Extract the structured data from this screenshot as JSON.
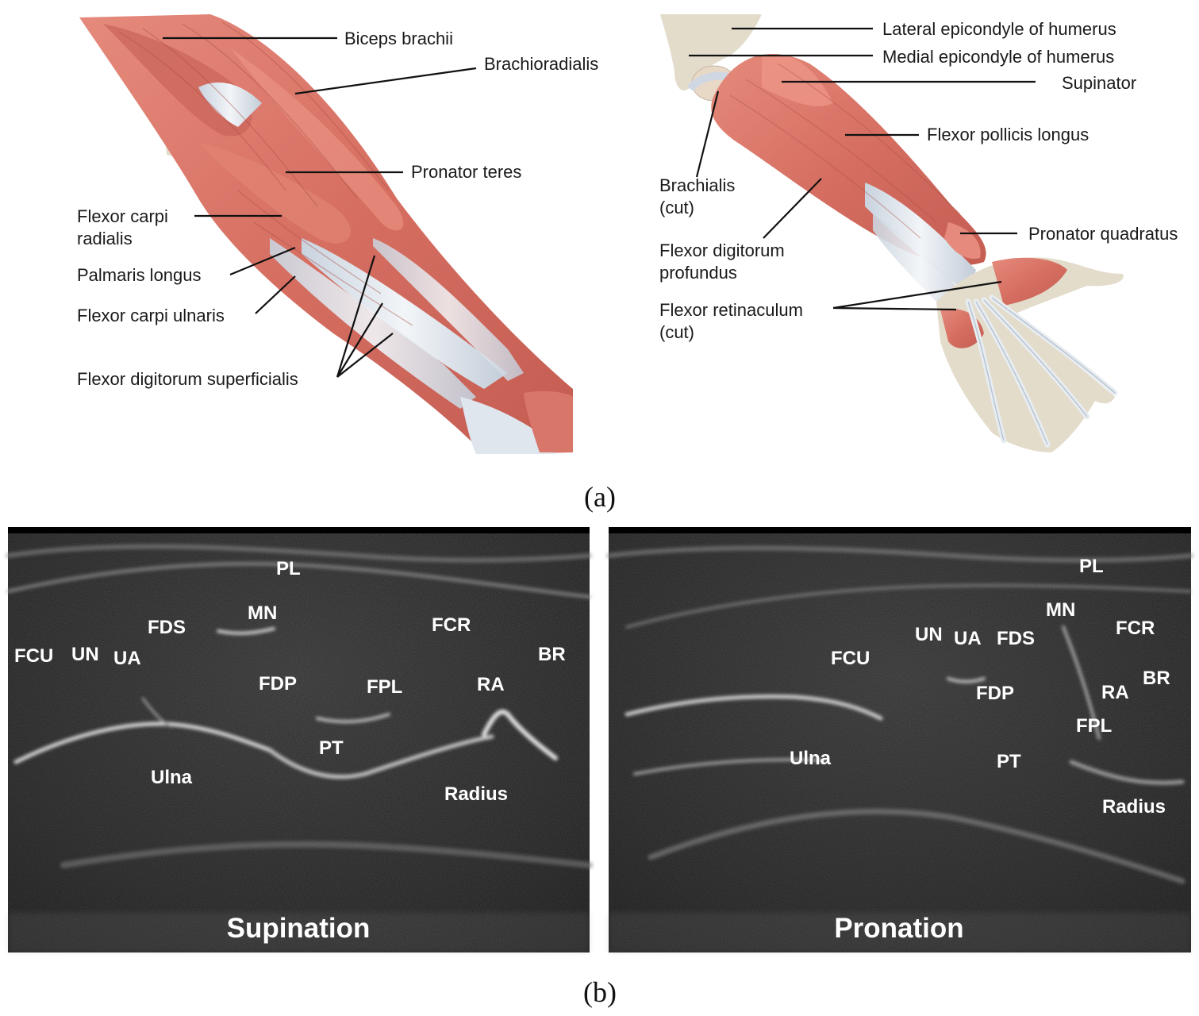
{
  "panel_a": {
    "caption": "(a)",
    "left_labels": [
      "Biceps brachii",
      "Brachioradialis",
      "Pronator teres",
      "Flexor carpi",
      "radialis",
      "Palmaris longus",
      "Flexor carpi ulnaris",
      "Flexor digitorum superficialis"
    ],
    "right_labels": [
      "Lateral epicondyle of humerus",
      "Medial epicondyle of humerus",
      "Supinator",
      "Flexor pollicis longus",
      "Brachialis",
      "(cut)",
      "Pronator quadratus",
      "Flexor digitorum",
      "profundus",
      "Flexor retinaculum",
      "(cut)"
    ]
  },
  "panel_b": {
    "caption": "(b)",
    "supination": {
      "title": "Supination",
      "labels": [
        "PL",
        "MN",
        "FDS",
        "FCR",
        "FCU",
        "UN",
        "UA",
        "BR",
        "FDP",
        "FPL",
        "RA",
        "PT",
        "Ulna",
        "Radius"
      ]
    },
    "pronation": {
      "title": "Pronation",
      "labels": [
        "PL",
        "MN",
        "FCR",
        "UN",
        "UA",
        "FDS",
        "FCU",
        "BR",
        "FDP",
        "RA",
        "FPL",
        "Ulna",
        "PT",
        "Radius"
      ]
    }
  },
  "colors": {
    "muscle": "#d9766a",
    "muscle_dark": "#b9524a",
    "tendon": "#dfe6ee",
    "bone": "#e3dccb",
    "ultrasound_bg": "#1b1b1b"
  }
}
